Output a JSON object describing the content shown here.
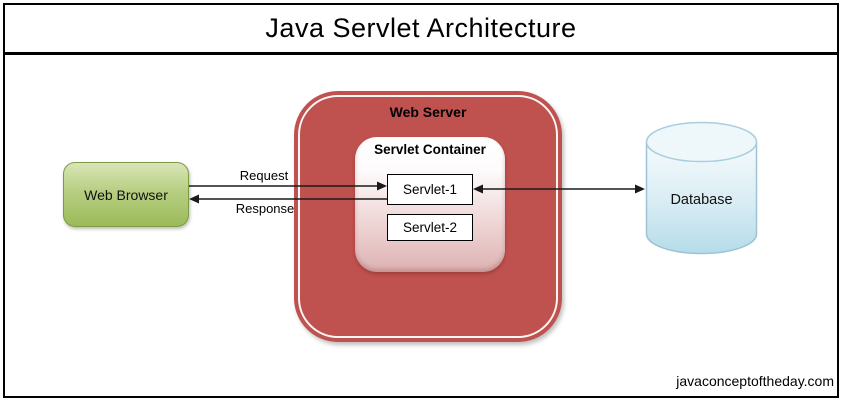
{
  "title": "Java Servlet Architecture",
  "nodes": {
    "web_browser": {
      "label": "Web Browser"
    },
    "web_server": {
      "label": "Web Server"
    },
    "servlet_container": {
      "label": "Servlet Container"
    },
    "servlet_1": {
      "label": "Servlet-1"
    },
    "servlet_2": {
      "label": "Servlet-2"
    },
    "database": {
      "label": "Database"
    }
  },
  "edges": {
    "request": {
      "label": "Request",
      "from": "Web Browser",
      "to": "Servlet-1"
    },
    "response": {
      "label": "Response",
      "from": "Servlet-1",
      "to": "Web Browser"
    },
    "servlet_database": {
      "from": "Servlet-1",
      "to": "Database",
      "bidirectional": true
    }
  },
  "footer": {
    "watermark": "javaconceptoftheday.com"
  },
  "colors": {
    "web_server_fill": "#BF514E",
    "web_browser_fill_top": "#D9E6B6",
    "web_browser_fill_bottom": "#9BBB59",
    "web_browser_border": "#7D9A44",
    "servlet_container_fill_bottom": "#DDB2B2",
    "database_fill_bottom": "#B5DCE9",
    "database_border": "#9DC3D4",
    "frame_border": "#000000",
    "arrow_color": "#1A1A1A"
  }
}
